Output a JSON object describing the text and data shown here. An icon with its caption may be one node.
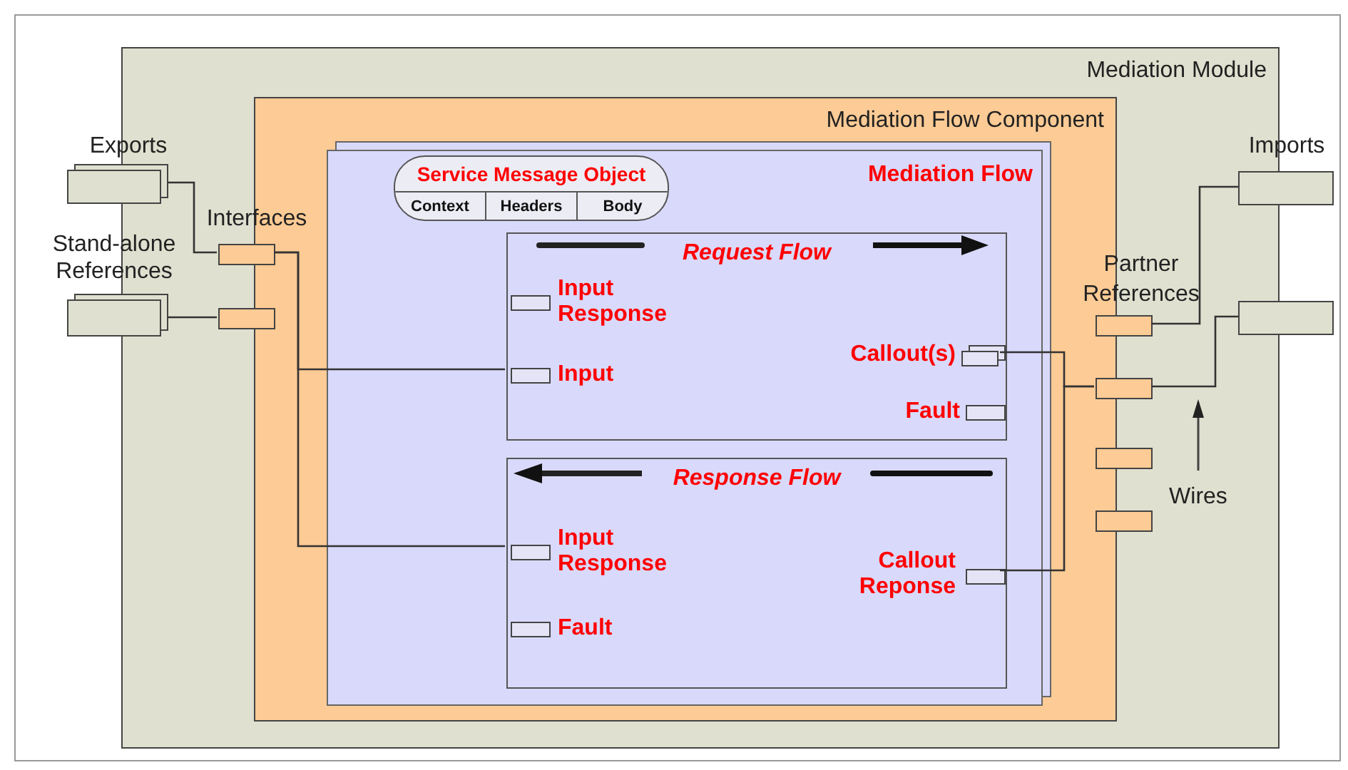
{
  "diagram": {
    "nodes": [
      {
        "text": [
          "Mediation Module"
        ]
      },
      {
        "text": [
          "Mediation Flow Component"
        ],
        "in": 0
      },
      {
        "text": [
          "Mediation Flow"
        ],
        "in": 1
      },
      {
        "text": [
          "Service Message Object",
          "Context",
          "Headers",
          "Body"
        ],
        "in": 2
      },
      {
        "text": [
          "Request Flow"
        ],
        "in": 2
      },
      {
        "text": [
          "Response Flow"
        ],
        "in": 2
      },
      {
        "text": [],
        "shape": "box",
        "in": 4,
        "beside": [
          "Input Response"
        ]
      },
      {
        "text": [],
        "shape": "box",
        "in": 4,
        "beside": [
          "Input"
        ]
      },
      {
        "text": [],
        "shape": "box",
        "in": 4,
        "beside": [
          "Callout(s)"
        ]
      },
      {
        "text": [],
        "shape": "box",
        "in": 4,
        "beside": [
          "Fault"
        ]
      },
      {
        "text": [],
        "shape": "box",
        "in": 5,
        "beside": [
          "Input Response"
        ]
      },
      {
        "text": [],
        "shape": "box",
        "in": 5,
        "beside": [
          "Fault"
        ]
      },
      {
        "text": [],
        "shape": "box",
        "in": 5,
        "beside": [
          "Callout Reponse"
        ]
      },
      {
        "text": [],
        "shape": "box",
        "in": 0
      },
      {
        "text": [],
        "shape": "box",
        "in": 0
      },
      {
        "text": [],
        "shape": "box",
        "beside": [
          "Exports"
        ]
      },
      {
        "text": [],
        "shape": "box",
        "beside": [
          "Stand-alone References"
        ]
      },
      {
        "text": [],
        "shape": "box",
        "in": 0
      },
      {
        "text": [],
        "shape": "box",
        "in": 0
      },
      {
        "text": [],
        "shape": "box",
        "in": 0
      },
      {
        "text": [],
        "shape": "box",
        "in": 0
      },
      {
        "text": [],
        "shape": "box",
        "beside": [
          "Imports"
        ]
      },
      {
        "text": [],
        "shape": "box"
      }
    ],
    "edges": [
      {
        "from": 15,
        "to": 13,
        "arrow": "none"
      },
      {
        "from": 16,
        "to": 14,
        "arrow": "none"
      },
      {
        "from": 13,
        "to": 7,
        "arrow": "none"
      },
      {
        "from": 13,
        "to": 10,
        "arrow": "none"
      },
      {
        "from": 8,
        "to": 18,
        "arrow": "none"
      },
      {
        "from": 12,
        "to": 18,
        "arrow": "none"
      },
      {
        "from": 17,
        "to": 21,
        "arrow": "none"
      },
      {
        "from": 18,
        "to": 22,
        "arrow": "none"
      }
    ],
    "labels": [
      "Interfaces",
      "Partner References",
      "Wires"
    ]
  }
}
